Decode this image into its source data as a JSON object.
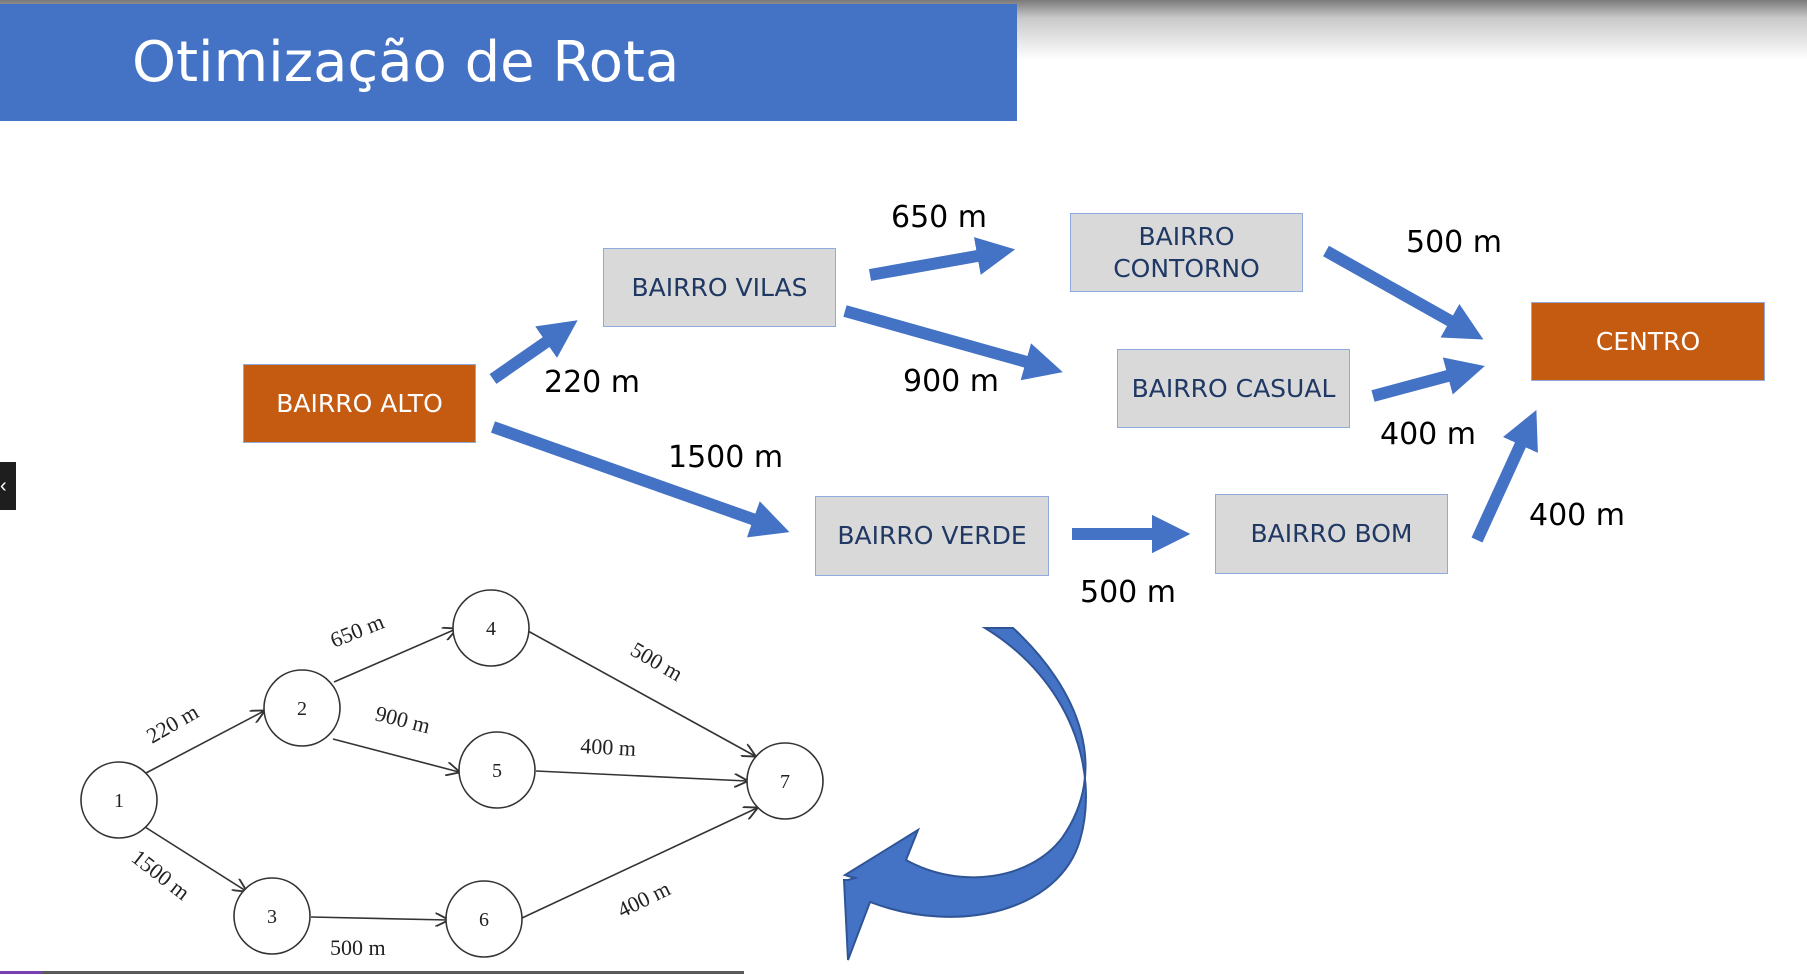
{
  "slide": {
    "title": "Otimização de Rota",
    "side_tab_glyph": "‹"
  },
  "colors": {
    "title_bar": "#4472c4",
    "arrow_blue": "#4472c4",
    "box_gray": "#d9d9d9",
    "box_orange": "#c55a11",
    "curved_arrow": "#2f5597"
  },
  "flowchart": {
    "boxes": {
      "bairro_alto": "BAIRRO ALTO",
      "bairro_vilas": "BAIRRO VILAS",
      "bairro_contorno_line1": "BAIRRO",
      "bairro_contorno_line2": "CONTORNO",
      "bairro_casual": "BAIRRO CASUAL",
      "bairro_verde": "BAIRRO VERDE",
      "bairro_bom": "BAIRRO BOM",
      "centro": "CENTRO"
    },
    "distances": {
      "alto_vilas": "220 m",
      "vilas_contorno": "650 m",
      "vilas_casual": "900 m",
      "alto_verde": "1500 m",
      "contorno_centro": "500 m",
      "casual_centro": "400 m",
      "verde_bom": "500 m",
      "bom_centro": "400 m"
    }
  },
  "network": {
    "nodes": [
      "1",
      "2",
      "3",
      "4",
      "5",
      "6",
      "7"
    ],
    "edges": {
      "e12": "220 m",
      "e24": "650 m",
      "e25": "900 m",
      "e13": "1500 m",
      "e47": "500 m",
      "e57": "400 m",
      "e36": "500 m",
      "e67": "400 m"
    }
  }
}
